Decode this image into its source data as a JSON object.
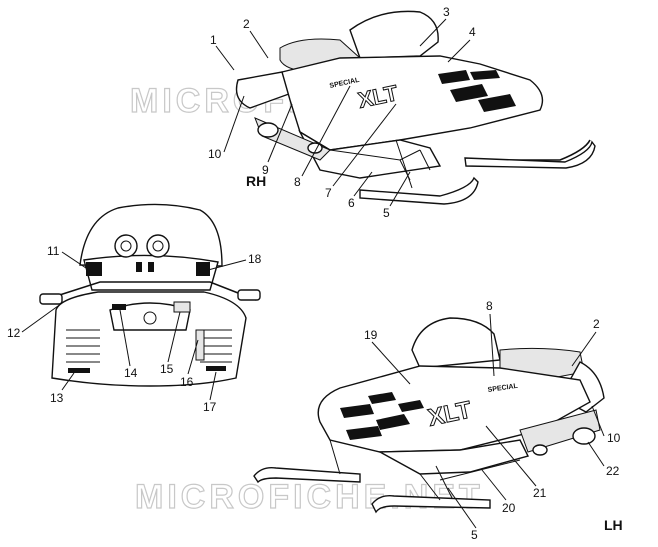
{
  "watermarks": [
    "MICROFICHE.NET",
    "MICROFICHE.NET"
  ],
  "views": {
    "rh": "RH",
    "lh": "LH"
  },
  "decals": {
    "model": "XLT",
    "special": "SPECIAL"
  },
  "callouts": {
    "c1": "1",
    "c2": "2",
    "c3": "3",
    "c4": "4",
    "c5": "5",
    "c6": "6",
    "c7": "7",
    "c8": "8",
    "c9": "9",
    "c10": "10",
    "c11": "11",
    "c12": "12",
    "c13": "13",
    "c14": "14",
    "c15": "15",
    "c16": "16",
    "c17": "17",
    "c18": "18",
    "c19": "19",
    "c20": "20",
    "c21": "21",
    "c22": "22",
    "c2b": "2",
    "c5b": "5",
    "c8b": "8",
    "c10b": "10"
  }
}
